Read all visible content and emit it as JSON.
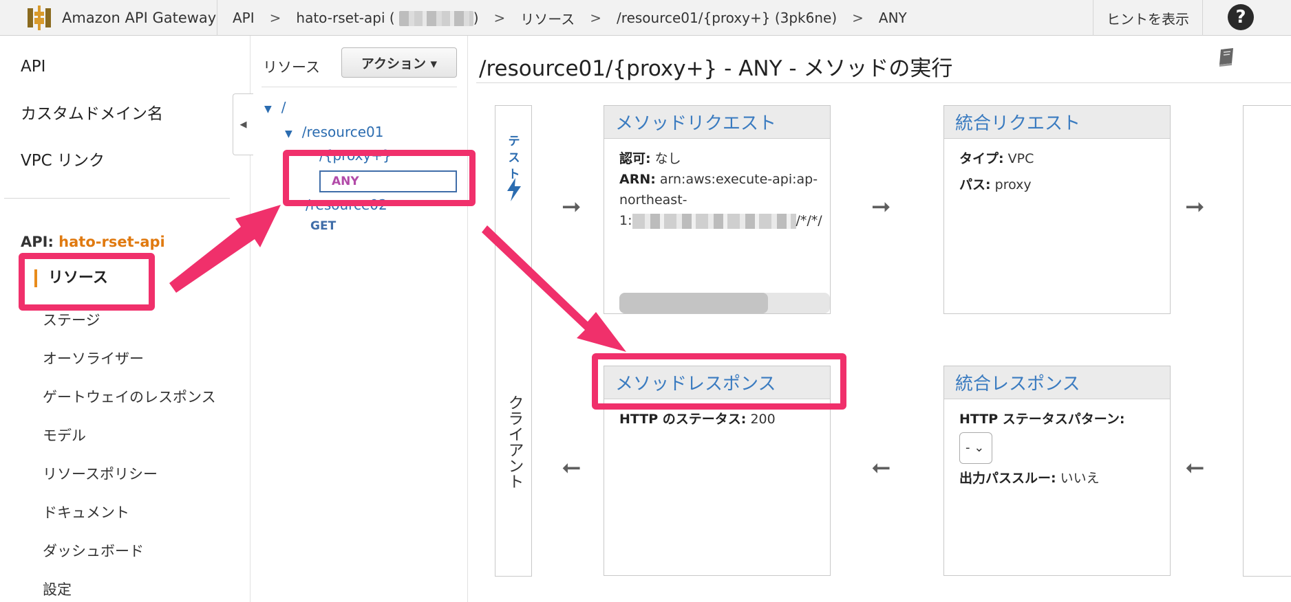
{
  "topbar": {
    "brand": "Amazon API Gateway",
    "breadcrumb": {
      "api": "API",
      "api_name": "hato-rset-api",
      "api_id_paren": ")",
      "resources": "リソース",
      "resource": "/resource01/{proxy+} (3pk6ne)",
      "method": "ANY",
      "sep": ">"
    },
    "hint": "ヒントを表示",
    "help": "?"
  },
  "leftnav": {
    "top_items": [
      "API",
      "カスタムドメイン名",
      "VPC リンク"
    ],
    "api_prefix": "API:",
    "api_name": "hato-rset-api",
    "active_item": "リソース",
    "sub_items": [
      "ステージ",
      "オーソライザー",
      "ゲートウェイのレスポンス",
      "モデル",
      "リソースポリシー",
      "ドキュメント",
      "ダッシュボード",
      "設定"
    ]
  },
  "tree": {
    "title": "リソース",
    "action_label": "アクション ▾",
    "root": "/",
    "resource01": "/resource01",
    "proxy": "/{proxy+}",
    "method_any": "ANY",
    "resource02": "/resource02",
    "method_get": "GET"
  },
  "main": {
    "title": "/resource01/{proxy+} - ANY - メソッドの実行",
    "client": {
      "test_label": "テスト",
      "label": "クライアント"
    },
    "method_request": {
      "title": "メソッドリクエスト",
      "auth_key": "認可:",
      "auth_value": "なし",
      "arn_key": "ARN:",
      "arn_line1": "arn:aws:execute-api:ap-",
      "arn_line2": "northeast-",
      "arn_line3_prefix": "1:",
      "arn_line3_suffix": "/*/*/"
    },
    "integration_request": {
      "title": "統合リクエスト",
      "type_key": "タイプ:",
      "type_value": "VPC",
      "path_key": "パス:",
      "path_value": "proxy"
    },
    "method_response": {
      "title": "メソッドレスポンス",
      "status_key": "HTTP のステータス:",
      "status_value": "200"
    },
    "integration_response": {
      "title": "統合レスポンス",
      "pattern_key": "HTTP ステータスパターン:",
      "pattern_value": "-",
      "passthrough_key": "出力パススルー:",
      "passthrough_value": "いいえ"
    }
  },
  "colors": {
    "highlight": "#f0306b",
    "link": "#3a7bc0",
    "api_name": "#e07a10",
    "method_any": "#b24aa8"
  },
  "icons": [
    "api-gateway-logo-icon",
    "help-icon",
    "book-icon",
    "lightning-icon",
    "caret-down-icon",
    "collapse-left-icon"
  ]
}
